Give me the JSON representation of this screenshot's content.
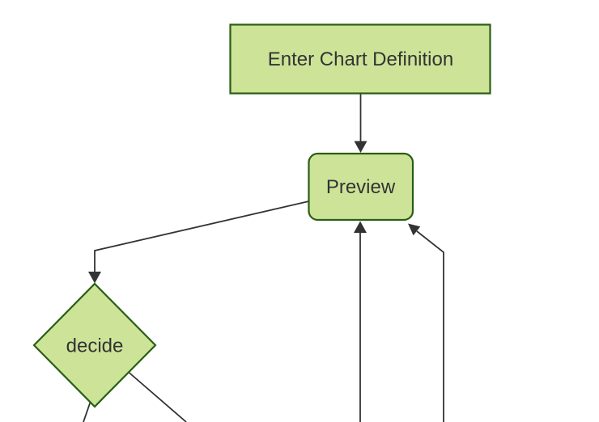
{
  "diagram": {
    "type": "flowchart",
    "direction": "top-down",
    "background": "#ffffff",
    "nodes": [
      {
        "id": "enter-chart-definition",
        "shape": "rectangle",
        "label": "Enter Chart Definition"
      },
      {
        "id": "preview",
        "shape": "rounded-rectangle",
        "label": "Preview"
      },
      {
        "id": "decide",
        "shape": "diamond",
        "label": "decide"
      }
    ],
    "edges": [
      {
        "from": "enter-chart-definition",
        "to": "preview",
        "arrowhead": true
      },
      {
        "from": "preview",
        "to": "decide",
        "arrowhead": true
      },
      {
        "from": "offscreen-bottom",
        "to": "preview",
        "arrowhead": true
      },
      {
        "from": "offscreen-bottom-right",
        "to": "preview",
        "arrowhead": true
      },
      {
        "from": "decide",
        "to": "offscreen-bottom-left",
        "arrowhead": false
      },
      {
        "from": "decide",
        "to": "offscreen-bottom-right",
        "arrowhead": false
      }
    ],
    "colors": {
      "node_fill": "#cde498",
      "node_border": "#2a5e14",
      "edge_stroke": "#333333",
      "arrowhead_fill": "#333333",
      "label_text": "#333333",
      "background": "#ffffff"
    }
  }
}
